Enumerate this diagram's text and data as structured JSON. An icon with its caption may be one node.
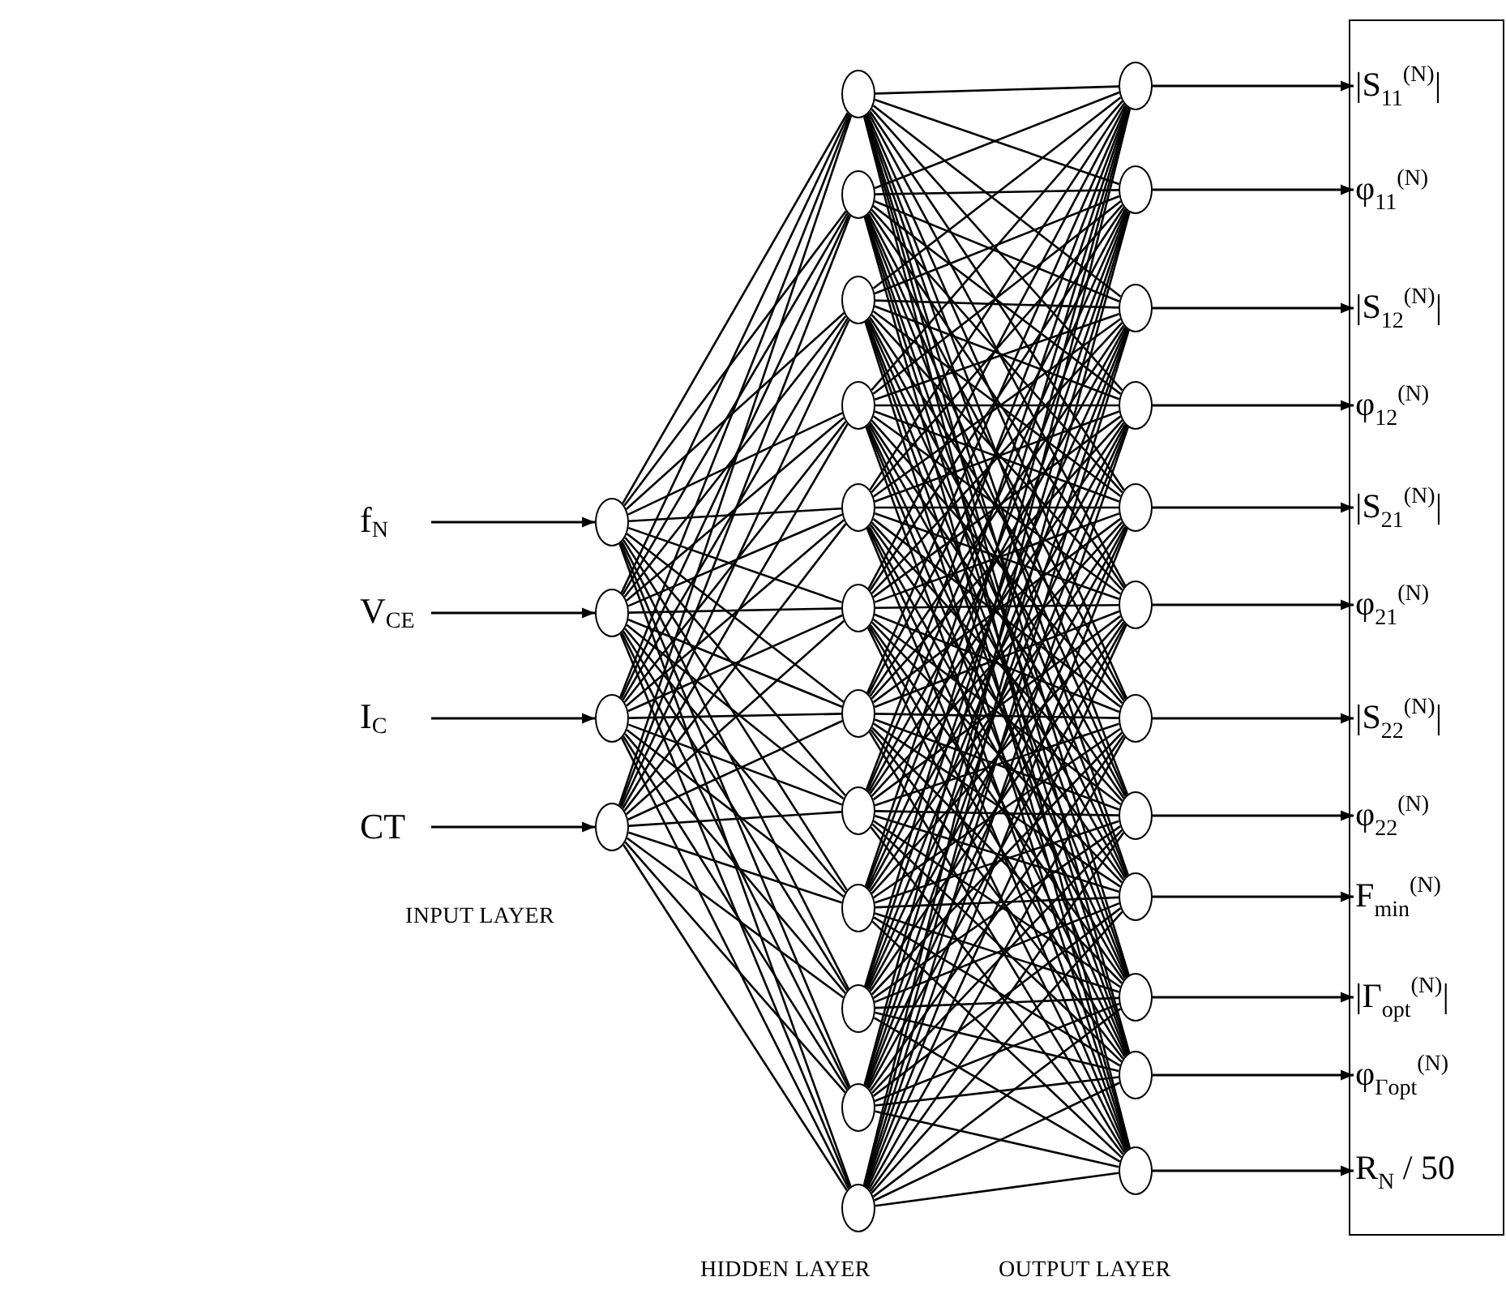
{
  "diagram": {
    "nodes": [
      {
        "text": [
          "f$_{N}$"
        ]
      },
      {
        "text": [
          "V$_{CE}$"
        ]
      },
      {
        "text": [
          "I$_{C}$"
        ]
      },
      {
        "text": [
          "CT"
        ]
      },
      {
        "text": [],
        "shape": "circle"
      },
      {
        "text": [],
        "shape": "circle"
      },
      {
        "text": [],
        "shape": "circle"
      },
      {
        "text": [],
        "shape": "circle"
      },
      {
        "text": [],
        "shape": "circle"
      },
      {
        "text": [],
        "shape": "circle"
      },
      {
        "text": [],
        "shape": "circle"
      },
      {
        "text": [],
        "shape": "circle"
      },
      {
        "text": [],
        "shape": "circle"
      },
      {
        "text": [],
        "shape": "circle"
      },
      {
        "text": [],
        "shape": "circle"
      },
      {
        "text": [],
        "shape": "circle"
      },
      {
        "text": [],
        "shape": "circle"
      },
      {
        "text": [],
        "shape": "circle"
      },
      {
        "text": [],
        "shape": "circle"
      },
      {
        "text": [],
        "shape": "circle"
      },
      {
        "text": [],
        "shape": "circle"
      },
      {
        "text": [],
        "shape": "circle"
      },
      {
        "text": [],
        "shape": "circle"
      },
      {
        "text": [],
        "shape": "circle"
      },
      {
        "text": [],
        "shape": "circle"
      },
      {
        "text": [],
        "shape": "circle"
      },
      {
        "text": [],
        "shape": "circle"
      },
      {
        "text": [],
        "shape": "circle"
      },
      {
        "text": [],
        "shape": "circle"
      },
      {
        "text": [],
        "shape": "circle"
      },
      {
        "text": [],
        "shape": "circle"
      },
      {
        "text": [],
        "shape": "circle"
      },
      {
        "text": [],
        "shape": "box"
      },
      {
        "text": [
          "|S$_{11}$$^{(N)}$|"
        ],
        "in": 32
      },
      {
        "text": [
          "φ$_{11}$$^{(N)}$"
        ],
        "in": 32
      },
      {
        "text": [
          "|S$_{12}$$^{(N)}$|"
        ],
        "in": 32
      },
      {
        "text": [
          "φ$_{12}$$^{(N)}$"
        ],
        "in": 32
      },
      {
        "text": [
          "|S$_{21}$$^{(N)}$|"
        ],
        "in": 32
      },
      {
        "text": [
          "φ$_{21}$$^{(N)}$"
        ],
        "in": 32
      },
      {
        "text": [
          "|S$_{22}$$^{(N)}$|"
        ],
        "in": 32
      },
      {
        "text": [
          "φ$_{22}$$^{(N)}$"
        ],
        "in": 32
      },
      {
        "text": [
          "F$_{min}$$^{(N)}$"
        ],
        "in": 32
      },
      {
        "text": [
          "|Γ$_{opt}$$^{(N)}$|"
        ],
        "in": 32
      },
      {
        "text": [
          "φ$_{Γopt}$$^{(N)}$"
        ],
        "in": 32
      },
      {
        "text": [
          "R$_{N}$ / 50"
        ],
        "in": 32
      }
    ],
    "edges": [
      {
        "from": 0,
        "to": 4,
        "arrow": "to"
      },
      {
        "from": 1,
        "to": 5,
        "arrow": "to"
      },
      {
        "from": 2,
        "to": 6,
        "arrow": "to"
      },
      {
        "from": 3,
        "to": 7,
        "arrow": "to"
      },
      {
        "from": 4,
        "to": 8,
        "arrow": "none"
      },
      {
        "from": 4,
        "to": 9,
        "arrow": "none"
      },
      {
        "from": 4,
        "to": 10,
        "arrow": "none"
      },
      {
        "from": 4,
        "to": 11,
        "arrow": "none"
      },
      {
        "from": 4,
        "to": 12,
        "arrow": "none"
      },
      {
        "from": 4,
        "to": 13,
        "arrow": "none"
      },
      {
        "from": 4,
        "to": 14,
        "arrow": "none"
      },
      {
        "from": 4,
        "to": 15,
        "arrow": "none"
      },
      {
        "from": 4,
        "to": 16,
        "arrow": "none"
      },
      {
        "from": 4,
        "to": 17,
        "arrow": "none"
      },
      {
        "from": 4,
        "to": 18,
        "arrow": "none"
      },
      {
        "from": 4,
        "to": 19,
        "arrow": "none"
      },
      {
        "from": 5,
        "to": 8,
        "arrow": "none"
      },
      {
        "from": 5,
        "to": 9,
        "arrow": "none"
      },
      {
        "from": 5,
        "to": 10,
        "arrow": "none"
      },
      {
        "from": 5,
        "to": 11,
        "arrow": "none"
      },
      {
        "from": 5,
        "to": 12,
        "arrow": "none"
      },
      {
        "from": 5,
        "to": 13,
        "arrow": "none"
      },
      {
        "from": 5,
        "to": 14,
        "arrow": "none"
      },
      {
        "from": 5,
        "to": 15,
        "arrow": "none"
      },
      {
        "from": 5,
        "to": 16,
        "arrow": "none"
      },
      {
        "from": 5,
        "to": 17,
        "arrow": "none"
      },
      {
        "from": 5,
        "to": 18,
        "arrow": "none"
      },
      {
        "from": 5,
        "to": 19,
        "arrow": "none"
      },
      {
        "from": 6,
        "to": 8,
        "arrow": "none"
      },
      {
        "from": 6,
        "to": 9,
        "arrow": "none"
      },
      {
        "from": 6,
        "to": 10,
        "arrow": "none"
      },
      {
        "from": 6,
        "to": 11,
        "arrow": "none"
      },
      {
        "from": 6,
        "to": 12,
        "arrow": "none"
      },
      {
        "from": 6,
        "to": 13,
        "arrow": "none"
      },
      {
        "from": 6,
        "to": 14,
        "arrow": "none"
      },
      {
        "from": 6,
        "to": 15,
        "arrow": "none"
      },
      {
        "from": 6,
        "to": 16,
        "arrow": "none"
      },
      {
        "from": 6,
        "to": 17,
        "arrow": "none"
      },
      {
        "from": 6,
        "to": 18,
        "arrow": "none"
      },
      {
        "from": 6,
        "to": 19,
        "arrow": "none"
      },
      {
        "from": 7,
        "to": 8,
        "arrow": "none"
      },
      {
        "from": 7,
        "to": 9,
        "arrow": "none"
      },
      {
        "from": 7,
        "to": 10,
        "arrow": "none"
      },
      {
        "from": 7,
        "to": 11,
        "arrow": "none"
      },
      {
        "from": 7,
        "to": 12,
        "arrow": "none"
      },
      {
        "from": 7,
        "to": 13,
        "arrow": "none"
      },
      {
        "from": 7,
        "to": 14,
        "arrow": "none"
      },
      {
        "from": 7,
        "to": 15,
        "arrow": "none"
      },
      {
        "from": 7,
        "to": 16,
        "arrow": "none"
      },
      {
        "from": 7,
        "to": 17,
        "arrow": "none"
      },
      {
        "from": 7,
        "to": 18,
        "arrow": "none"
      },
      {
        "from": 7,
        "to": 19,
        "arrow": "none"
      },
      {
        "from": 8,
        "to": 20,
        "arrow": "none"
      },
      {
        "from": 8,
        "to": 21,
        "arrow": "none"
      },
      {
        "from": 8,
        "to": 22,
        "arrow": "none"
      },
      {
        "from": 8,
        "to": 23,
        "arrow": "none"
      },
      {
        "from": 8,
        "to": 24,
        "arrow": "none"
      },
      {
        "from": 8,
        "to": 25,
        "arrow": "none"
      },
      {
        "from": 8,
        "to": 26,
        "arrow": "none"
      },
      {
        "from": 8,
        "to": 27,
        "arrow": "none"
      },
      {
        "from": 8,
        "to": 28,
        "arrow": "none"
      },
      {
        "from": 8,
        "to": 29,
        "arrow": "none"
      },
      {
        "from": 8,
        "to": 30,
        "arrow": "none"
      },
      {
        "from": 8,
        "to": 31,
        "arrow": "none"
      },
      {
        "from": 9,
        "to": 20,
        "arrow": "none"
      },
      {
        "from": 9,
        "to": 21,
        "arrow": "none"
      },
      {
        "from": 9,
        "to": 22,
        "arrow": "none"
      },
      {
        "from": 9,
        "to": 23,
        "arrow": "none"
      },
      {
        "from": 9,
        "to": 24,
        "arrow": "none"
      },
      {
        "from": 9,
        "to": 25,
        "arrow": "none"
      },
      {
        "from": 9,
        "to": 26,
        "arrow": "none"
      },
      {
        "from": 9,
        "to": 27,
        "arrow": "none"
      },
      {
        "from": 9,
        "to": 28,
        "arrow": "none"
      },
      {
        "from": 9,
        "to": 29,
        "arrow": "none"
      },
      {
        "from": 9,
        "to": 30,
        "arrow": "none"
      },
      {
        "from": 9,
        "to": 31,
        "arrow": "none"
      },
      {
        "from": 10,
        "to": 20,
        "arrow": "none"
      },
      {
        "from": 10,
        "to": 21,
        "arrow": "none"
      },
      {
        "from": 10,
        "to": 22,
        "arrow": "none"
      },
      {
        "from": 10,
        "to": 23,
        "arrow": "none"
      },
      {
        "from": 10,
        "to": 24,
        "arrow": "none"
      },
      {
        "from": 10,
        "to": 25,
        "arrow": "none"
      },
      {
        "from": 10,
        "to": 26,
        "arrow": "none"
      },
      {
        "from": 10,
        "to": 27,
        "arrow": "none"
      },
      {
        "from": 10,
        "to": 28,
        "arrow": "none"
      },
      {
        "from": 10,
        "to": 29,
        "arrow": "none"
      },
      {
        "from": 10,
        "to": 30,
        "arrow": "none"
      },
      {
        "from": 10,
        "to": 31,
        "arrow": "none"
      },
      {
        "from": 11,
        "to": 20,
        "arrow": "none"
      },
      {
        "from": 11,
        "to": 21,
        "arrow": "none"
      },
      {
        "from": 11,
        "to": 22,
        "arrow": "none"
      },
      {
        "from": 11,
        "to": 23,
        "arrow": "none"
      },
      {
        "from": 11,
        "to": 24,
        "arrow": "none"
      },
      {
        "from": 11,
        "to": 25,
        "arrow": "none"
      },
      {
        "from": 11,
        "to": 26,
        "arrow": "none"
      },
      {
        "from": 11,
        "to": 27,
        "arrow": "none"
      },
      {
        "from": 11,
        "to": 28,
        "arrow": "none"
      },
      {
        "from": 11,
        "to": 29,
        "arrow": "none"
      },
      {
        "from": 11,
        "to": 30,
        "arrow": "none"
      },
      {
        "from": 11,
        "to": 31,
        "arrow": "none"
      },
      {
        "from": 12,
        "to": 20,
        "arrow": "none"
      },
      {
        "from": 12,
        "to": 21,
        "arrow": "none"
      },
      {
        "from": 12,
        "to": 22,
        "arrow": "none"
      },
      {
        "from": 12,
        "to": 23,
        "arrow": "none"
      },
      {
        "from": 12,
        "to": 24,
        "arrow": "none"
      },
      {
        "from": 12,
        "to": 25,
        "arrow": "none"
      },
      {
        "from": 12,
        "to": 26,
        "arrow": "none"
      },
      {
        "from": 12,
        "to": 27,
        "arrow": "none"
      },
      {
        "from": 12,
        "to": 28,
        "arrow": "none"
      },
      {
        "from": 12,
        "to": 29,
        "arrow": "none"
      },
      {
        "from": 12,
        "to": 30,
        "arrow": "none"
      },
      {
        "from": 12,
        "to": 31,
        "arrow": "none"
      },
      {
        "from": 13,
        "to": 20,
        "arrow": "none"
      },
      {
        "from": 13,
        "to": 21,
        "arrow": "none"
      },
      {
        "from": 13,
        "to": 22,
        "arrow": "none"
      },
      {
        "from": 13,
        "to": 23,
        "arrow": "none"
      },
      {
        "from": 13,
        "to": 24,
        "arrow": "none"
      },
      {
        "from": 13,
        "to": 25,
        "arrow": "none"
      },
      {
        "from": 13,
        "to": 26,
        "arrow": "none"
      },
      {
        "from": 13,
        "to": 27,
        "arrow": "none"
      },
      {
        "from": 13,
        "to": 28,
        "arrow": "none"
      },
      {
        "from": 13,
        "to": 29,
        "arrow": "none"
      },
      {
        "from": 13,
        "to": 30,
        "arrow": "none"
      },
      {
        "from": 13,
        "to": 31,
        "arrow": "none"
      },
      {
        "from": 14,
        "to": 20,
        "arrow": "none"
      },
      {
        "from": 14,
        "to": 21,
        "arrow": "none"
      },
      {
        "from": 14,
        "to": 22,
        "arrow": "none"
      },
      {
        "from": 14,
        "to": 23,
        "arrow": "none"
      },
      {
        "from": 14,
        "to": 24,
        "arrow": "none"
      },
      {
        "from": 14,
        "to": 25,
        "arrow": "none"
      },
      {
        "from": 14,
        "to": 26,
        "arrow": "none"
      },
      {
        "from": 14,
        "to": 27,
        "arrow": "none"
      },
      {
        "from": 14,
        "to": 28,
        "arrow": "none"
      },
      {
        "from": 14,
        "to": 29,
        "arrow": "none"
      },
      {
        "from": 14,
        "to": 30,
        "arrow": "none"
      },
      {
        "from": 14,
        "to": 31,
        "arrow": "none"
      },
      {
        "from": 15,
        "to": 20,
        "arrow": "none"
      },
      {
        "from": 15,
        "to": 21,
        "arrow": "none"
      },
      {
        "from": 15,
        "to": 22,
        "arrow": "none"
      },
      {
        "from": 15,
        "to": 23,
        "arrow": "none"
      },
      {
        "from": 15,
        "to": 24,
        "arrow": "none"
      },
      {
        "from": 15,
        "to": 25,
        "arrow": "none"
      },
      {
        "from": 15,
        "to": 26,
        "arrow": "none"
      },
      {
        "from": 15,
        "to": 27,
        "arrow": "none"
      },
      {
        "from": 15,
        "to": 28,
        "arrow": "none"
      },
      {
        "from": 15,
        "to": 29,
        "arrow": "none"
      },
      {
        "from": 15,
        "to": 30,
        "arrow": "none"
      },
      {
        "from": 15,
        "to": 31,
        "arrow": "none"
      },
      {
        "from": 16,
        "to": 20,
        "arrow": "none"
      },
      {
        "from": 16,
        "to": 21,
        "arrow": "none"
      },
      {
        "from": 16,
        "to": 22,
        "arrow": "none"
      },
      {
        "from": 16,
        "to": 23,
        "arrow": "none"
      },
      {
        "from": 16,
        "to": 24,
        "arrow": "none"
      },
      {
        "from": 16,
        "to": 25,
        "arrow": "none"
      },
      {
        "from": 16,
        "to": 26,
        "arrow": "none"
      },
      {
        "from": 16,
        "to": 27,
        "arrow": "none"
      },
      {
        "from": 16,
        "to": 28,
        "arrow": "none"
      },
      {
        "from": 16,
        "to": 29,
        "arrow": "none"
      },
      {
        "from": 16,
        "to": 30,
        "arrow": "none"
      },
      {
        "from": 16,
        "to": 31,
        "arrow": "none"
      },
      {
        "from": 17,
        "to": 20,
        "arrow": "none"
      },
      {
        "from": 17,
        "to": 21,
        "arrow": "none"
      },
      {
        "from": 17,
        "to": 22,
        "arrow": "none"
      },
      {
        "from": 17,
        "to": 23,
        "arrow": "none"
      },
      {
        "from": 17,
        "to": 24,
        "arrow": "none"
      },
      {
        "from": 17,
        "to": 25,
        "arrow": "none"
      },
      {
        "from": 17,
        "to": 26,
        "arrow": "none"
      },
      {
        "from": 17,
        "to": 27,
        "arrow": "none"
      },
      {
        "from": 17,
        "to": 28,
        "arrow": "none"
      },
      {
        "from": 17,
        "to": 29,
        "arrow": "none"
      },
      {
        "from": 17,
        "to": 30,
        "arrow": "none"
      },
      {
        "from": 17,
        "to": 31,
        "arrow": "none"
      },
      {
        "from": 18,
        "to": 20,
        "arrow": "none"
      },
      {
        "from": 18,
        "to": 21,
        "arrow": "none"
      },
      {
        "from": 18,
        "to": 22,
        "arrow": "none"
      },
      {
        "from": 18,
        "to": 23,
        "arrow": "none"
      },
      {
        "from": 18,
        "to": 24,
        "arrow": "none"
      },
      {
        "from": 18,
        "to": 25,
        "arrow": "none"
      },
      {
        "from": 18,
        "to": 26,
        "arrow": "none"
      },
      {
        "from": 18,
        "to": 27,
        "arrow": "none"
      },
      {
        "from": 18,
        "to": 28,
        "arrow": "none"
      },
      {
        "from": 18,
        "to": 29,
        "arrow": "none"
      },
      {
        "from": 18,
        "to": 30,
        "arrow": "none"
      },
      {
        "from": 18,
        "to": 31,
        "arrow": "none"
      },
      {
        "from": 19,
        "to": 20,
        "arrow": "none"
      },
      {
        "from": 19,
        "to": 21,
        "arrow": "none"
      },
      {
        "from": 19,
        "to": 22,
        "arrow": "none"
      },
      {
        "from": 19,
        "to": 23,
        "arrow": "none"
      },
      {
        "from": 19,
        "to": 24,
        "arrow": "none"
      },
      {
        "from": 19,
        "to": 25,
        "arrow": "none"
      },
      {
        "from": 19,
        "to": 26,
        "arrow": "none"
      },
      {
        "from": 19,
        "to": 27,
        "arrow": "none"
      },
      {
        "from": 19,
        "to": 28,
        "arrow": "none"
      },
      {
        "from": 19,
        "to": 29,
        "arrow": "none"
      },
      {
        "from": 19,
        "to": 30,
        "arrow": "none"
      },
      {
        "from": 19,
        "to": 31,
        "arrow": "none"
      },
      {
        "from": 20,
        "to": 33,
        "arrow": "to"
      },
      {
        "from": 21,
        "to": 34,
        "arrow": "to"
      },
      {
        "from": 22,
        "to": 35,
        "arrow": "to"
      },
      {
        "from": 23,
        "to": 36,
        "arrow": "to"
      },
      {
        "from": 24,
        "to": 37,
        "arrow": "to"
      },
      {
        "from": 25,
        "to": 38,
        "arrow": "to"
      },
      {
        "from": 26,
        "to": 39,
        "arrow": "to"
      },
      {
        "from": 27,
        "to": 40,
        "arrow": "to"
      },
      {
        "from": 28,
        "to": 41,
        "arrow": "to"
      },
      {
        "from": 29,
        "to": 42,
        "arrow": "to"
      },
      {
        "from": 30,
        "to": 43,
        "arrow": "to"
      },
      {
        "from": 31,
        "to": 44,
        "arrow": "to"
      }
    ],
    "labels": [
      "INPUT LAYER",
      "HIDDEN LAYER",
      "OUTPUT LAYER"
    ]
  }
}
